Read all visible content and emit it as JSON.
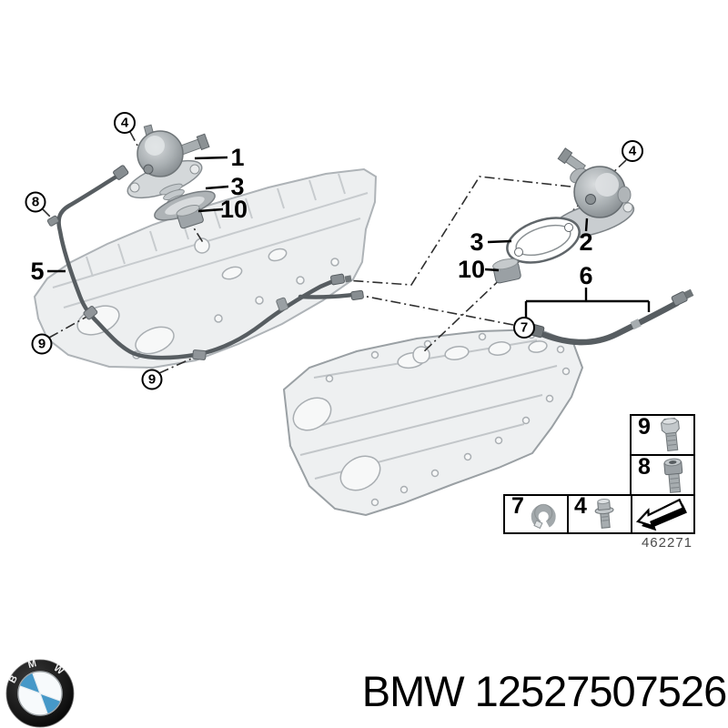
{
  "diagram": {
    "plain": [
      {
        "label": "1"
      },
      {
        "label": "3"
      },
      {
        "label": "10"
      },
      {
        "label": "5"
      },
      {
        "label": "2"
      },
      {
        "label": "3"
      },
      {
        "label": "10"
      },
      {
        "label": "6"
      }
    ],
    "circled": [
      {
        "label": "4"
      },
      {
        "label": "8"
      },
      {
        "label": "9"
      },
      {
        "label": "9"
      },
      {
        "label": "4"
      },
      {
        "label": "7"
      }
    ],
    "legend": {
      "cells": [
        {
          "label": "9",
          "icon": "hex-bolt-icon"
        },
        {
          "label": "8",
          "icon": "socket-screw-icon"
        },
        {
          "label": "7",
          "icon": "retaining-clip-icon"
        },
        {
          "label": "4",
          "icon": "flange-bolt-icon"
        },
        {
          "label": "",
          "icon": "direction-arrow-icon"
        }
      ],
      "figure_number": "462271"
    },
    "colors": {
      "line_dark": "#575d61",
      "ghost_fill": "#edeff0",
      "ghost_stroke": "#aeb3b7",
      "callout_text": "#000000",
      "figure_number_text": "#4a4a4a"
    }
  },
  "footer": {
    "part_label": "BMW 12527507526",
    "logo": {
      "letters": [
        "B",
        "M",
        "W"
      ],
      "ring_color": "#141414",
      "blue": "#4698c8",
      "white": "#f7fafc"
    }
  }
}
